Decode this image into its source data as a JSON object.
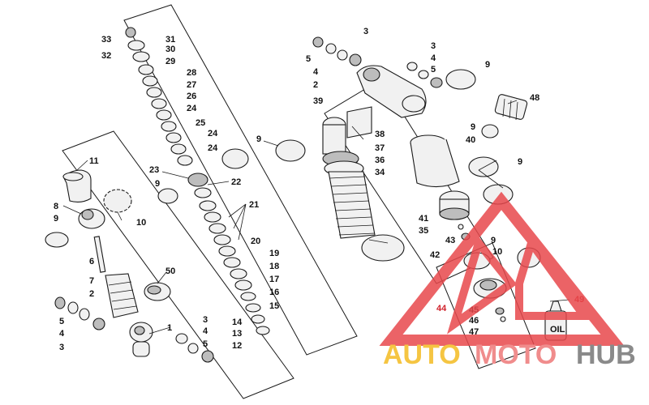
{
  "diagram": {
    "callouts": {
      "c1": "1",
      "c2a": "2",
      "c2b": "2",
      "c3a": "3",
      "c3b": "3",
      "c3c": "3",
      "c3d": "3",
      "c4a": "4",
      "c4b": "4",
      "c4c": "4",
      "c4d": "4",
      "c5a": "5",
      "c5b": "5",
      "c5c": "5",
      "c5d": "5",
      "c6": "6",
      "c7": "7",
      "c8": "8",
      "c9a": "9",
      "c9b": "9",
      "c9c": "9",
      "c9d": "9",
      "c9e": "9",
      "c9f": "9",
      "c9g": "9",
      "c10a": "10",
      "c10b": "10",
      "c11": "11",
      "c12": "12",
      "c13": "13",
      "c14": "14",
      "c15": "15",
      "c16": "16",
      "c17": "17",
      "c18": "18",
      "c19": "19",
      "c20": "20",
      "c21": "21",
      "c22": "22",
      "c23": "23",
      "c24a": "24",
      "c24b": "24",
      "c24c": "24",
      "c25": "25",
      "c26": "26",
      "c27": "27",
      "c28": "28",
      "c29": "29",
      "c30": "30",
      "c31": "31",
      "c32": "32",
      "c33": "33",
      "c34": "34",
      "c35": "35",
      "c36": "36",
      "c37": "37",
      "c38": "38",
      "c39": "39",
      "c40": "40",
      "c41": "41",
      "c42": "42",
      "c43": "43",
      "c44": "44",
      "c45": "45",
      "c46": "46",
      "c47": "47",
      "c48": "48",
      "c49": "49",
      "c50": "50"
    },
    "oil_bottle_label": "OIL"
  },
  "watermark": {
    "word1": "AUTO",
    "word2": "MOTO",
    "word3": "HUB",
    "colors": {
      "auto": "#f5c542",
      "moto": "#f08c8c",
      "hub": "#8a8a8a",
      "logo": "#e8484c"
    }
  }
}
